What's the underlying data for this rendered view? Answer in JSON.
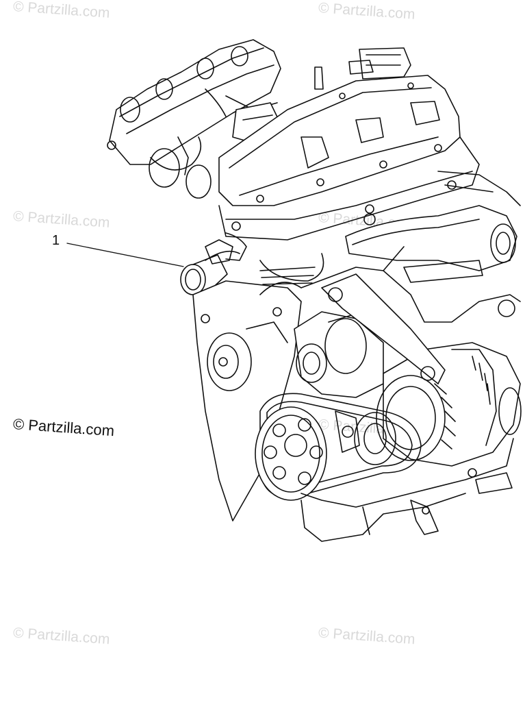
{
  "diagram": {
    "callouts": [
      {
        "label": "1",
        "part": "coolant-outlet-fitting"
      }
    ]
  },
  "watermarks": {
    "text": "© Partzilla.com",
    "prominent_text": "© Partzilla.com"
  },
  "colors": {
    "line": "#111111",
    "watermark": "#d9d9d9",
    "background": "#ffffff"
  }
}
